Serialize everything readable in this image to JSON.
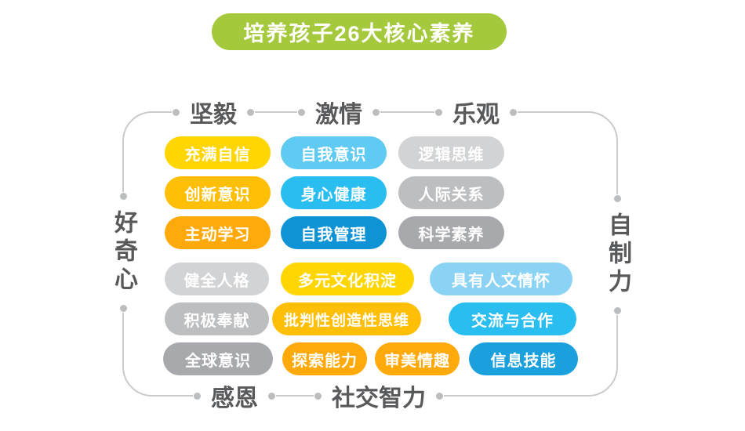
{
  "title": {
    "text": "培养孩子26大核心素养"
  },
  "palette": {
    "green": "#a4c93c",
    "yellow": "#ffd502",
    "amber": "#ffbf06",
    "orange": "#ffa90a",
    "sky": "#5fcaf2",
    "lightblue": "#8bd3f4",
    "cyan": "#29beef",
    "blue": "#0e93d4",
    "blue2": "#1aa0dc",
    "gray1": "#d2d3d5",
    "gray2": "#bcbec0",
    "gray3": "#a7a9ac",
    "line": "#c9cacb",
    "dot": "#bbbdbf",
    "word": "#58595b"
  },
  "edges": {
    "top": [
      "坚毅",
      "激情",
      "乐观"
    ],
    "left": "好奇心",
    "right": "自制力",
    "bottom": [
      "感恩",
      "社交智力"
    ]
  },
  "pills": [
    {
      "label": "充满自信",
      "color": "yellow"
    },
    {
      "label": "自我意识",
      "color": "sky"
    },
    {
      "label": "逻辑思维",
      "color": "gray1"
    },
    {
      "label": "创新意识",
      "color": "amber"
    },
    {
      "label": "身心健康",
      "color": "cyan"
    },
    {
      "label": "人际关系",
      "color": "gray2"
    },
    {
      "label": "主动学习",
      "color": "orange"
    },
    {
      "label": "自我管理",
      "color": "blue"
    },
    {
      "label": "科学素养",
      "color": "gray3"
    },
    {
      "label": "健全人格",
      "color": "gray1"
    },
    {
      "label": "多元文化积淀",
      "color": "yellow"
    },
    {
      "label": "具有人文情怀",
      "color": "lightblue"
    },
    {
      "label": "积极奉献",
      "color": "gray2"
    },
    {
      "label": "批判性创造性思维",
      "color": "amber"
    },
    {
      "label": "交流与合作",
      "color": "cyan"
    },
    {
      "label": "全球意识",
      "color": "gray3"
    },
    {
      "label": "探索能力",
      "color": "orange"
    },
    {
      "label": "审美情趣",
      "color": "orange"
    },
    {
      "label": "信息技能",
      "color": "blue2"
    }
  ]
}
